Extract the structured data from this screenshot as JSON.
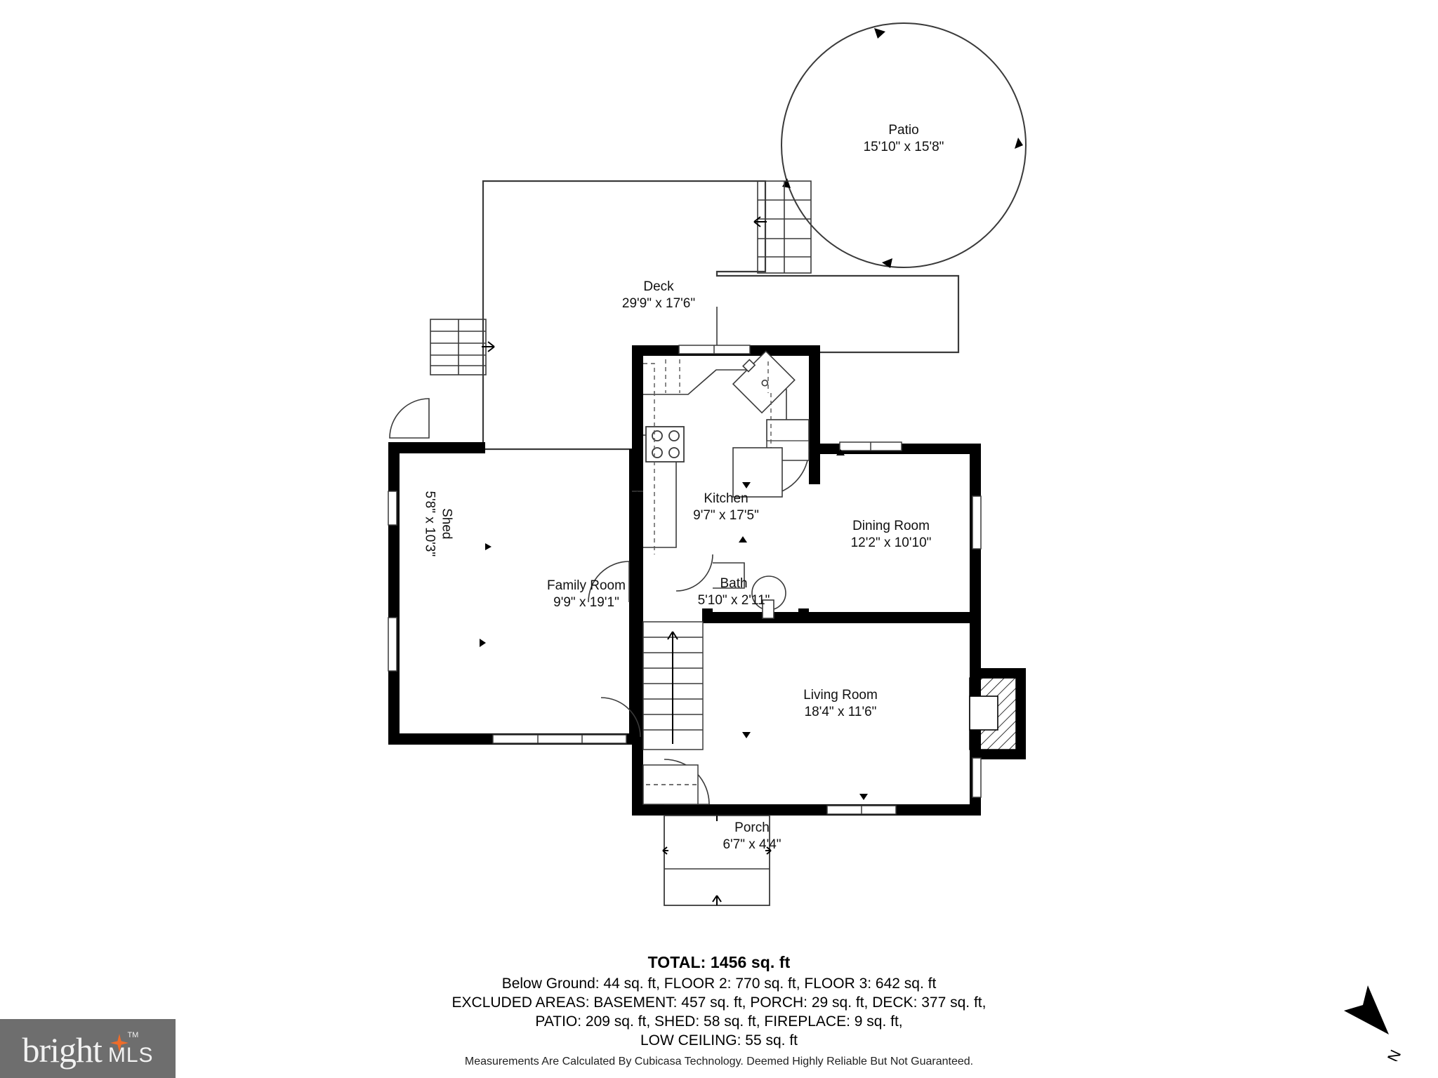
{
  "document": {
    "type": "floor-plan",
    "background_color": "#ffffff",
    "line_color": "#000000"
  },
  "rooms": [
    {
      "key": "patio",
      "name": "Patio",
      "dimensions": "15'10\" x 15'8\"",
      "rotated": false
    },
    {
      "key": "deck",
      "name": "Deck",
      "dimensions": "29'9\" x 17'6\"",
      "rotated": false
    },
    {
      "key": "shed",
      "name": "Shed",
      "dimensions": "5'8\" x 10'3\"",
      "rotated": true
    },
    {
      "key": "kitchen",
      "name": "Kitchen",
      "dimensions": "9'7\" x 17'5\"",
      "rotated": false
    },
    {
      "key": "dining_room",
      "name": "Dining Room",
      "dimensions": "12'2\" x 10'10\"",
      "rotated": false
    },
    {
      "key": "family_room",
      "name": "Family Room",
      "dimensions": "9'9\" x 19'1\"",
      "rotated": false
    },
    {
      "key": "bath",
      "name": "Bath",
      "dimensions": "5'10\" x 2'11\"",
      "rotated": false
    },
    {
      "key": "living_room",
      "name": "Living Room",
      "dimensions": "18'4\" x 11'6\"",
      "rotated": false
    },
    {
      "key": "porch",
      "name": "Porch",
      "dimensions": "6'7\" x 4'4\"",
      "rotated": false
    }
  ],
  "summary": {
    "total": "TOTAL: 1456 sq. ft",
    "line1": "Below Ground: 44 sq. ft, FLOOR 2: 770 sq. ft, FLOOR 3: 642 sq. ft",
    "line2": "EXCLUDED AREAS: BASEMENT: 457 sq. ft, PORCH: 29 sq. ft, DECK: 377 sq. ft,",
    "line3": "PATIO: 209 sq. ft, SHED: 58 sq. ft, FIREPLACE: 9 sq. ft,",
    "line4": "LOW CEILING: 55 sq. ft"
  },
  "disclaimer": "Measurements Are Calculated By Cubicasa Technology. Deemed Highly Reliable But Not Guaranteed.",
  "logo": {
    "word_primary": "bright",
    "word_secondary": "MLS",
    "trademark": "TM",
    "banner_color": "#6e6e6e",
    "text_color": "#f2f2f2",
    "accent_color": "#ef6c2a"
  },
  "compass": {
    "label": "N",
    "orientation": "north-arrow"
  }
}
